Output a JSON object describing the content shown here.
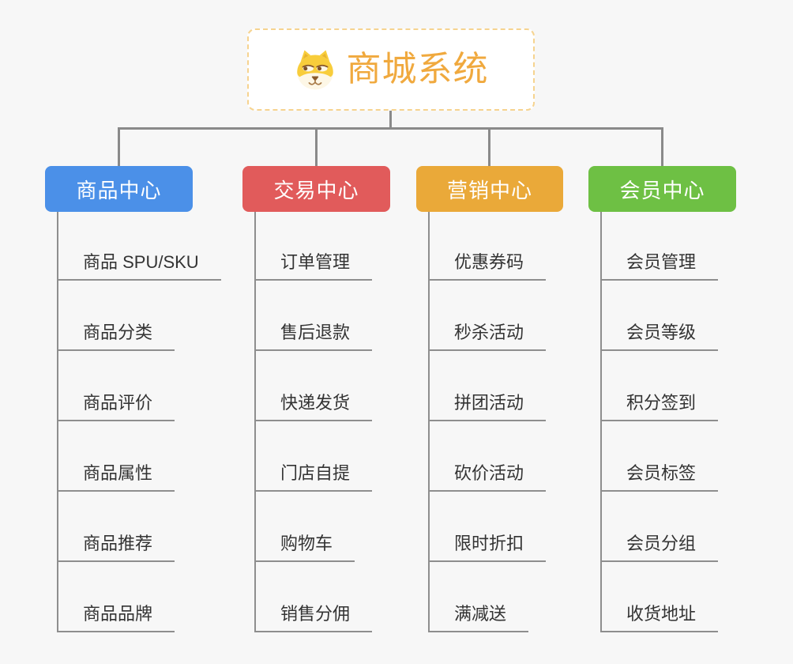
{
  "diagram": {
    "type": "mind-map",
    "background_color": "#f7f7f7",
    "connector_color": "#8a8a8a",
    "underline_color": "#8e8e8e",
    "leaf_text_color": "#333333"
  },
  "root": {
    "title": "商城系统",
    "icon": "shiba-dog-icon",
    "title_color": "#f0a93e",
    "border_color": "#f6d38f"
  },
  "columns": [
    {
      "title": "商品中心",
      "color": "#4b90e8",
      "items": [
        "商品 SPU/SKU",
        "商品分类",
        "商品评价",
        "商品属性",
        "商品推荐",
        "商品品牌"
      ]
    },
    {
      "title": "交易中心",
      "color": "#e15b5b",
      "items": [
        "订单管理",
        "售后退款",
        "快递发货",
        "门店自提",
        "购物车",
        "销售分佣"
      ]
    },
    {
      "title": "营销中心",
      "color": "#eaa939",
      "items": [
        "优惠券码",
        "秒杀活动",
        "拼团活动",
        "砍价活动",
        "限时折扣",
        "满减送"
      ]
    },
    {
      "title": "会员中心",
      "color": "#6ec044",
      "items": [
        "会员管理",
        "会员等级",
        "积分签到",
        "会员标签",
        "会员分组",
        "收货地址"
      ]
    }
  ]
}
